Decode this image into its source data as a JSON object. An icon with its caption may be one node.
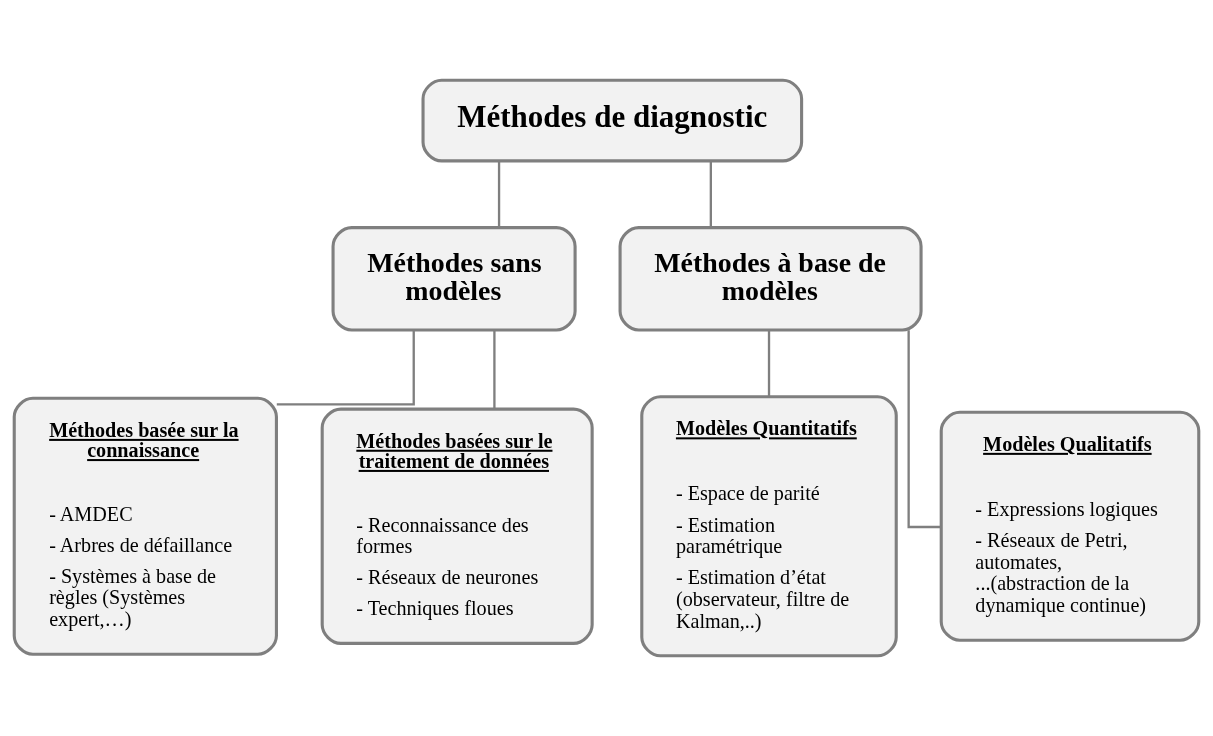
{
  "diagram": {
    "nodes": [
      {
        "text": [
          "Méthodes de diagnostic"
        ]
      },
      {
        "text": [
          "Méthodes sans modèles"
        ]
      },
      {
        "text": [
          "Méthodes à base de modèles"
        ]
      },
      {
        "text": [
          "Méthodes basée sur la connaissance",
          "- AMDEC",
          "- Arbres de défaillance",
          "- Systèmes à base de règles (Systèmes expert,…)"
        ]
      },
      {
        "text": [
          "Méthodes basées sur le traitement de données",
          "- Reconnaissance des formes",
          "- Réseaux de neurones",
          "- Techniques floues"
        ]
      },
      {
        "text": [
          "Modèles Quantitatifs",
          "- Espace de parité",
          "- Estimation paramétrique",
          "- Estimation d’état (observateur, filtre de Kalman,..)"
        ]
      },
      {
        "text": [
          "Modèles Qualitatifs",
          "- Expressions logiques",
          "- Réseaux de Petri, automates, ...(abstraction de la dynamique continue)"
        ]
      }
    ],
    "edges": [
      {
        "from": 0,
        "to": 1,
        "arrow": "none"
      },
      {
        "from": 0,
        "to": 2,
        "arrow": "none"
      },
      {
        "from": 1,
        "to": 3,
        "arrow": "none"
      },
      {
        "from": 1,
        "to": 4,
        "arrow": "none"
      },
      {
        "from": 2,
        "to": 5,
        "arrow": "none"
      },
      {
        "from": 2,
        "to": 6,
        "arrow": "none"
      }
    ]
  }
}
